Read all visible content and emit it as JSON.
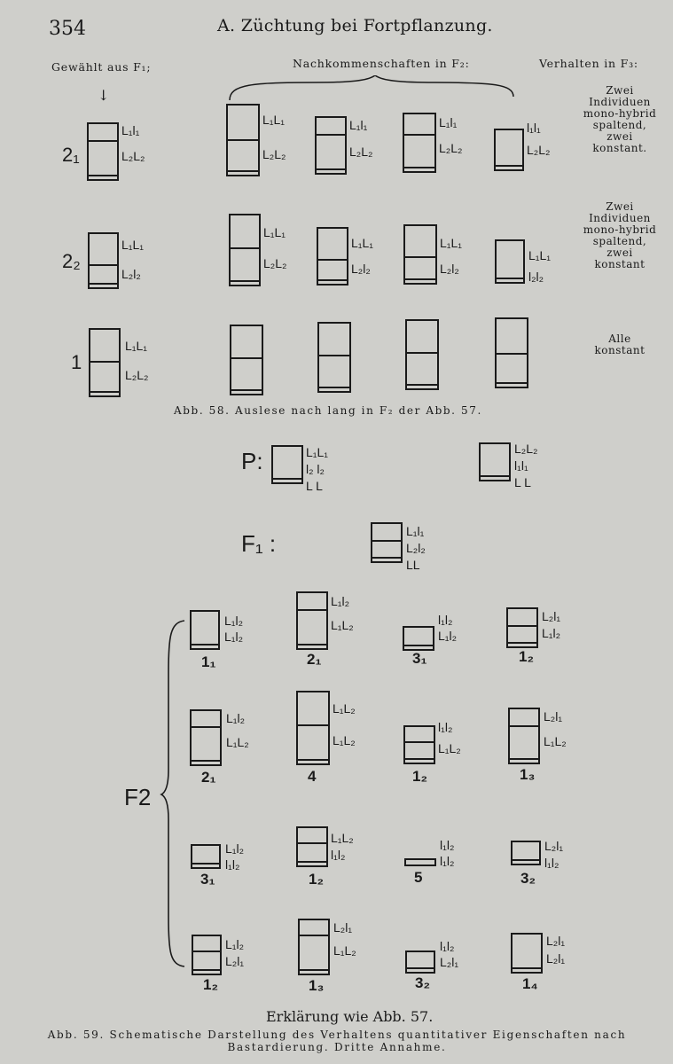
{
  "page": {
    "page_number": "354",
    "running_title": "A. Züchtung bei Fortpflanzung."
  },
  "fig58": {
    "col_selected": "Gewählt aus F₁;",
    "col_offspring": "Nachkommenschaften in F₂:",
    "col_behavior": "Verhalten in F₃:",
    "arrow": "↓",
    "rows": [
      {
        "label": "2₁",
        "selected_labels": [
          "L₁l₁",
          "L₂L₂"
        ],
        "offspring_labels": [
          [
            "L₁L₁",
            "L₂L₂"
          ],
          [
            "L₁l₁",
            "L₂L₂"
          ],
          [
            "L₁l₁",
            "L₂L₂"
          ],
          [
            "l₁l₁",
            "L₂L₂"
          ]
        ],
        "behavior": "Zwei Individuen mono-hybrid spaltend, zwei konstant."
      },
      {
        "label": "2₂",
        "selected_labels": [
          "L₁L₁",
          "L₂l₂"
        ],
        "offspring_labels": [
          [
            "L₁L₁",
            "L₂L₂"
          ],
          [
            "L₁L₁",
            "L₂l₂"
          ],
          [
            "L₁L₁",
            "L₂l₂"
          ],
          [
            "L₁L₁",
            "l₂l₂"
          ]
        ],
        "behavior": "Zwei Individuen mono-hybrid spaltend, zwei konstant"
      },
      {
        "label": "1",
        "selected_labels": [
          "L₁L₁",
          "L₂L₂"
        ],
        "offspring_labels": [],
        "behavior": "Alle konstant"
      }
    ],
    "caption": "Abb. 58. Auslese nach lang in F₂ der Abb. 57."
  },
  "fig59": {
    "p_label": "P:",
    "p1_labels": [
      "L₁L₁",
      "l₂ l₂",
      "L L"
    ],
    "p2_labels": [
      "L₂L₂",
      "l₁l₁",
      "L L"
    ],
    "f1_label": "F₁ :",
    "f1_labels": [
      "L₁l₁",
      "L₂l₂",
      "LL"
    ],
    "f2_label": "F2",
    "f2": [
      {
        "labels": [
          "L₁l₂",
          "L₁l₂"
        ],
        "num": "1₁"
      },
      {
        "labels": [
          "L₁l₂",
          "L₁L₂"
        ],
        "num": "2₁"
      },
      {
        "labels": [
          "l₁l₂",
          "L₁l₂"
        ],
        "num": "3₁"
      },
      {
        "labels": [
          "L₂l₁",
          "L₁l₂"
        ],
        "num": "1₂"
      },
      {
        "labels": [
          "L₁l₂",
          "L₁L₂"
        ],
        "num": "2₁"
      },
      {
        "labels": [
          "L₁L₂",
          "L₁L₂"
        ],
        "num": "4"
      },
      {
        "labels": [
          "l₁l₂",
          "L₁L₂"
        ],
        "num": "1₂"
      },
      {
        "labels": [
          "L₂l₁",
          "L₁L₂"
        ],
        "num": "1₃"
      },
      {
        "labels": [
          "L₁l₂",
          "l₁l₂"
        ],
        "num": "3₁"
      },
      {
        "labels": [
          "L₁L₂",
          "l₁l₂"
        ],
        "num": "1₂"
      },
      {
        "labels": [
          "l₁l₂",
          "l₁l₂"
        ],
        "num": "5"
      },
      {
        "labels": [
          "L₂l₁",
          "l₁l₂"
        ],
        "num": "3₂"
      },
      {
        "labels": [
          "L₁l₂",
          "L₂l₁"
        ],
        "num": "1₂"
      },
      {
        "labels": [
          "L₂l₁",
          "L₁L₂"
        ],
        "num": "1₃"
      },
      {
        "labels": [
          "l₁l₂",
          "L₂l₁"
        ],
        "num": "3₂"
      },
      {
        "labels": [
          "L₂l₁",
          "L₂l₁"
        ],
        "num": "1₄"
      }
    ],
    "explanation": "Erklärung wie Abb. 57.",
    "caption": "Abb. 59. Schematische Darstellung des Verhaltens quantitativer Eigenschaften nach Bastardierung. Dritte Annahme."
  }
}
